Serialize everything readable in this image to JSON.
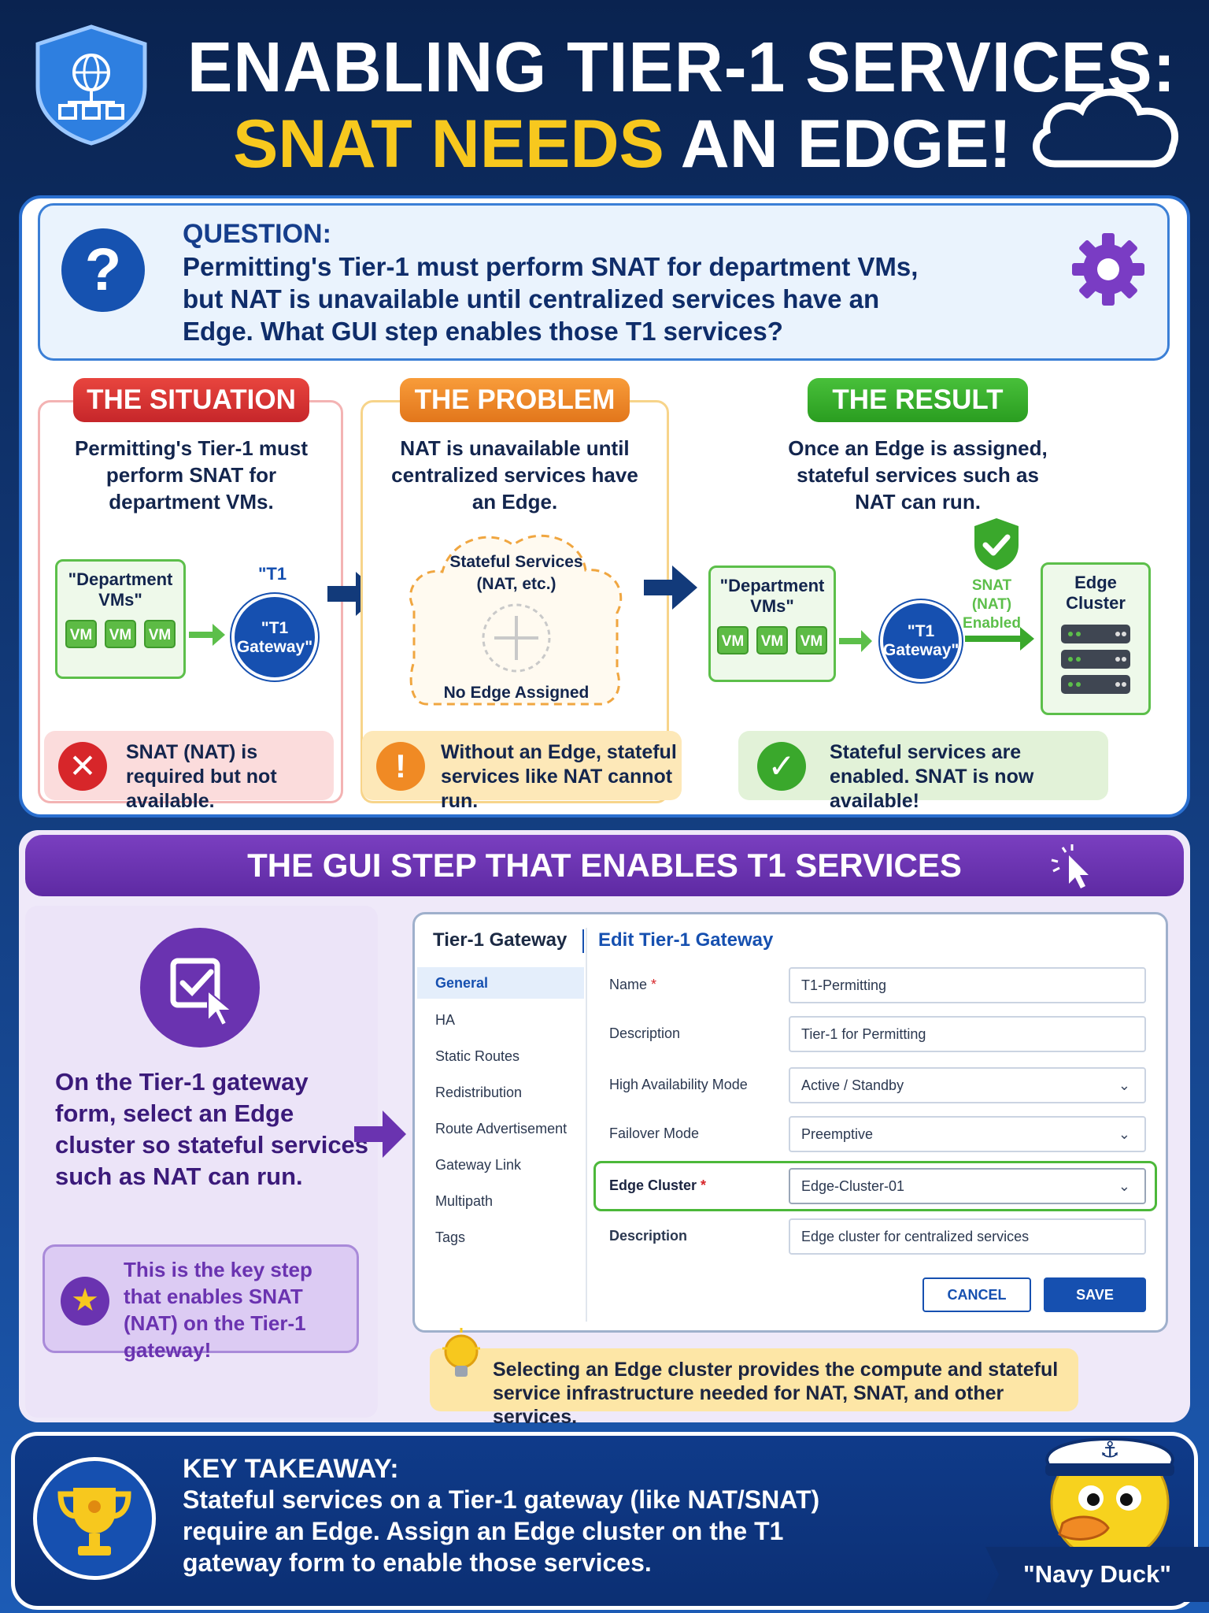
{
  "header": {
    "title_line1": "ENABLING TIER-1 SERVICES:",
    "title_line2_highlight": "SNAT NEEDS",
    "title_line2_rest": "AN EDGE!"
  },
  "question": {
    "label": "QUESTION:",
    "text": "Permitting's Tier-1 must perform SNAT for department VMs, but NAT is unavailable until centralized services have an Edge. What GUI step enables those T1 services?"
  },
  "situation": {
    "heading": "THE SITUATION",
    "text": "Permitting's Tier-1 must perform SNAT for department VMs.",
    "vm_group_label": "\"Department VMs\"",
    "vm_label": "VM",
    "gateway_label": "\"T1 Gateway\"",
    "gateway_top_label": "\"T1",
    "status": "SNAT (NAT) is required but not available."
  },
  "problem": {
    "heading": "THE PROBLEM",
    "text": "NAT is unavailable until centralized services have an Edge.",
    "cloud_title": "Stateful Services (NAT, etc.)",
    "cloud_bottom": "No Edge Assigned",
    "status": "Without an Edge, stateful services like NAT cannot run."
  },
  "result": {
    "heading": "THE RESULT",
    "text": "Once an Edge is assigned, stateful services such as NAT can run.",
    "vm_group_label": "\"Department VMs\"",
    "vm_label": "VM",
    "gateway_label": "\"T1 Gateway\"",
    "snat_label": "SNAT (NAT) Enabled",
    "edge_label": "Edge Cluster",
    "status": "Stateful services are enabled. SNAT is now available!"
  },
  "gui": {
    "bar_title": "THE GUI STEP THAT ENABLES T1 SERVICES",
    "instruction": "On the Tier-1 gateway form, select an Edge cluster so stateful services such as NAT can run.",
    "key_step": "This is the key step that enables SNAT (NAT) on the Tier-1 gateway!",
    "form": {
      "left_title": "Tier-1 Gateway",
      "right_title": "Edit Tier-1 Gateway",
      "nav": [
        "General",
        "HA",
        "Static Routes",
        "Redistribution",
        "Route Advertisement",
        "Gateway Link",
        "Multipath",
        "Tags"
      ],
      "fields": [
        {
          "label": "Name",
          "required": "*",
          "value": "T1-Permitting"
        },
        {
          "label": "Description",
          "value": "Tier-1 for Permitting"
        },
        {
          "label": "High Availability Mode",
          "value": "Active / Standby"
        },
        {
          "label": "Failover Mode",
          "value": "Preemptive"
        },
        {
          "label": "Edge Cluster",
          "required": "*",
          "value": "Edge-Cluster-01"
        },
        {
          "label": "Description",
          "value": "Edge cluster for centralized services"
        }
      ],
      "cancel": "CANCEL",
      "save": "SAVE"
    },
    "tip": "Selecting an Edge cluster provides the compute and stateful service infrastructure needed for NAT, SNAT, and other services."
  },
  "takeaway": {
    "label": "KEY TAKEAWAY:",
    "text": "Stateful services on a Tier-1 gateway (like NAT/SNAT) require an Edge. Assign an Edge cluster on the T1 gateway form to enable those services.",
    "mascot": "\"Navy Duck\""
  },
  "colors": {
    "navy": "#0a2350",
    "accent_yellow": "#f7c81e",
    "purple": "#6a33b0",
    "green": "#4cb83a",
    "red": "#d7262a",
    "orange": "#f08a24",
    "blue": "#1650b0"
  }
}
